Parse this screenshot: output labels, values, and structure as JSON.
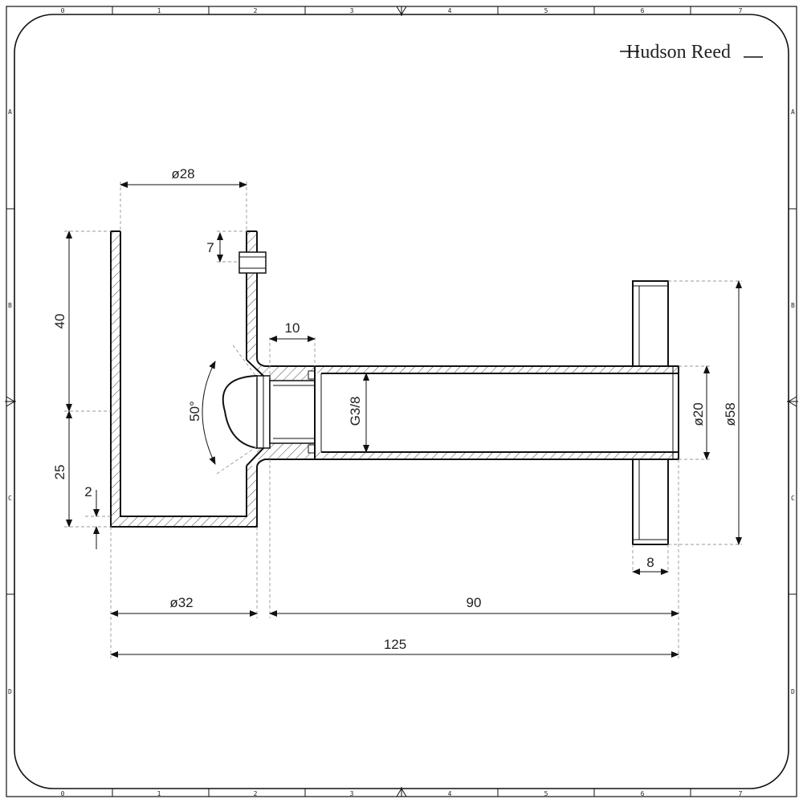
{
  "brand": {
    "name": "Hudson Reed"
  },
  "ruler": {
    "columns": [
      "0",
      "1",
      "2",
      "3",
      "4",
      "5",
      "6",
      "7"
    ],
    "rows": [
      "A",
      "B",
      "C",
      "D"
    ]
  },
  "dimensions": {
    "d28": "ø28",
    "d7": "7",
    "d40": "40",
    "d10": "10",
    "d50deg": "50°",
    "g38": "G3/8",
    "d20": "ø20",
    "d58": "ø58",
    "d25": "25",
    "d2": "2",
    "d8": "8",
    "d32": "ø32",
    "d90": "90",
    "d125": "125"
  },
  "colors": {
    "line": "#111111",
    "extension": "#999999",
    "paper": "#ffffff"
  }
}
